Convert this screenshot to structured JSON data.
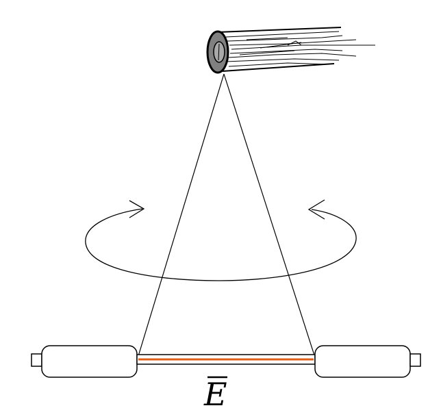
{
  "diagram": {
    "field_symbol": "E",
    "symbol_has_overbar": true,
    "colors": {
      "line": "#000000",
      "background": "#ffffff",
      "log_end": "#a9a9a9",
      "rod_core": "#e0601a"
    },
    "parts": [
      "log-suspension-support",
      "suspension-threads",
      "rotation-arrow",
      "rod-with-end-cylinders"
    ]
  }
}
